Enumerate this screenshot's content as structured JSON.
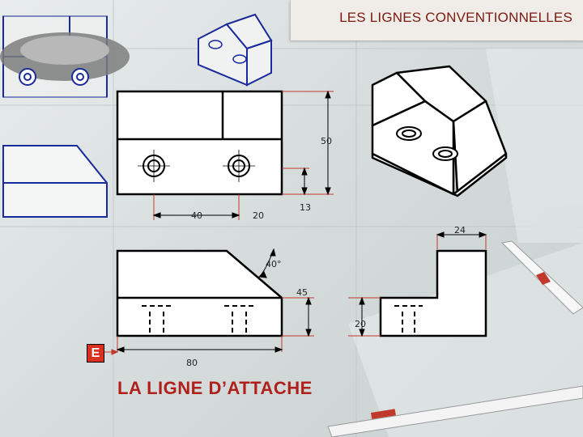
{
  "header": {
    "title": "LES LIGNES CONVENTIONNELLES"
  },
  "drawing": {
    "dim_50": "50",
    "dim_40": "40",
    "dim_20a": "20",
    "dim_13": "13",
    "dim_24": "24",
    "dim_40deg": "40°",
    "dim_45": "45",
    "dim_20b": "20",
    "dim_80": "80"
  },
  "callout": {
    "label": "E"
  },
  "subtitle": "LA LIGNE D’ATTACHE",
  "colors": {
    "title": "#7a1a10",
    "subtitle": "#b0201a",
    "callout_bg": "#d93022",
    "dimension_line": "#c0392b"
  }
}
